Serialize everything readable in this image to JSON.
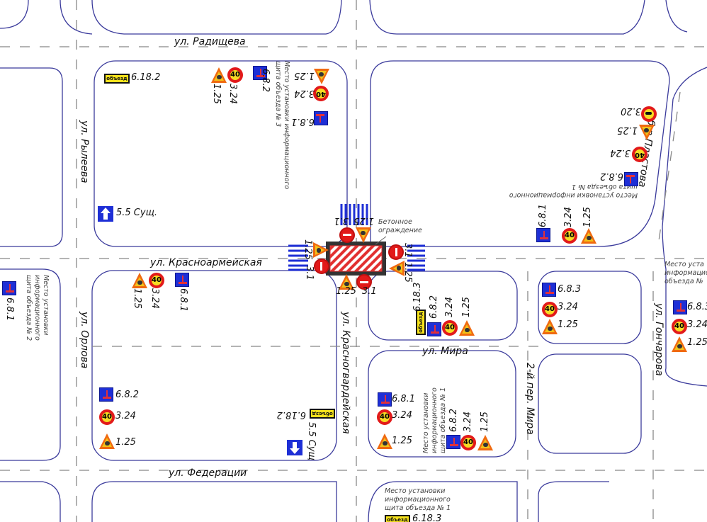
{
  "streets": {
    "radishcheva": "ул. Радищева",
    "ryleeva": "ул. Рылеева",
    "krasnoarmeyskaya": "ул. Красноармейская",
    "orlova": "ул. Орлова",
    "federatsii": "ул. Федерации",
    "krasnogvardeyskaya": "ул. Красногвардейская",
    "mira": "ул. Мира",
    "per_mira": "2-й пер. Мира",
    "plastova": "б-р Пластова",
    "goncharova": "ул. Гончарова"
  },
  "notes": [
    "Место установки информационного щита объезда № 3",
    "Место установки информационного щита объезда № 1",
    "Место установки информационного щита объезда № 2",
    "Место установки информационного щита объезда № 1",
    "Место уста информацио объезда №",
    "Место установки информационного щита объезда № 1"
  ],
  "barrier_label": "Бетонное ограждение",
  "speed_limit": "40",
  "detour_text": "объезд",
  "colors": {
    "block_outline": "#3b3b9c",
    "road_works": "#f06a10",
    "info_sign": "#1e2fd6",
    "prohibition": "#e21a1a",
    "barrier_hatch": "#e23030"
  },
  "signs": [
    {
      "type": "detour",
      "code": "6.18.2"
    },
    {
      "type": "road-works",
      "code": "1.25"
    },
    {
      "type": "speed-limit",
      "code": "3.24"
    },
    {
      "type": "dead-end",
      "code": "6.8.2"
    },
    {
      "type": "road-works",
      "code": "1.25"
    },
    {
      "type": "speed-limit",
      "code": "3.24"
    },
    {
      "type": "dead-end",
      "code": "6.8.1"
    },
    {
      "type": "one-way",
      "code": "5.5 Сущ."
    },
    {
      "type": "no-overtaking",
      "code": "3.20"
    },
    {
      "type": "road-works",
      "code": "1.25"
    },
    {
      "type": "speed-limit",
      "code": "3.24"
    },
    {
      "type": "dead-end",
      "code": "6.8.2"
    },
    {
      "type": "dead-end",
      "code": "6.8.1"
    },
    {
      "type": "speed-limit",
      "code": "3.24"
    },
    {
      "type": "road-works",
      "code": "1.25"
    },
    {
      "type": "dead-end",
      "code": "6.8.1"
    },
    {
      "type": "road-works",
      "code": "1.25"
    },
    {
      "type": "speed-limit",
      "code": "3.24"
    },
    {
      "type": "dead-end",
      "code": "6.8.1"
    },
    {
      "type": "dead-end",
      "code": "6.8.2"
    },
    {
      "type": "speed-limit",
      "code": "3.24"
    },
    {
      "type": "road-works",
      "code": "1.25"
    },
    {
      "type": "detour",
      "code": "6.18.2"
    },
    {
      "type": "one-way",
      "code": "5.5 Сущ"
    },
    {
      "type": "detour",
      "code": "6.18.3"
    },
    {
      "type": "dead-end",
      "code": "6.8.2"
    },
    {
      "type": "speed-limit",
      "code": "3.24"
    },
    {
      "type": "road-works",
      "code": "1.25"
    },
    {
      "type": "dead-end",
      "code": "6.8.3"
    },
    {
      "type": "speed-limit",
      "code": "3.24"
    },
    {
      "type": "road-works",
      "code": "1.25"
    },
    {
      "type": "dead-end",
      "code": "6.8.1"
    },
    {
      "type": "speed-limit",
      "code": "3.24"
    },
    {
      "type": "road-works",
      "code": "1.25"
    },
    {
      "type": "dead-end",
      "code": "6.8.2"
    },
    {
      "type": "speed-limit",
      "code": "3.24"
    },
    {
      "type": "road-works",
      "code": "1.25"
    },
    {
      "type": "dead-end",
      "code": "6.8.3"
    },
    {
      "type": "speed-limit",
      "code": "3.24"
    },
    {
      "type": "road-works",
      "code": "1.25"
    },
    {
      "type": "detour",
      "code": "6.18.3"
    },
    {
      "type": "no-entry",
      "code": "3.1"
    },
    {
      "type": "road-works",
      "code": "1.25"
    },
    {
      "type": "road-works",
      "code": "1.25"
    },
    {
      "type": "no-entry",
      "code": "3.1"
    },
    {
      "type": "no-entry",
      "code": "3.1"
    },
    {
      "type": "road-works",
      "code": "1.25"
    },
    {
      "type": "road-works",
      "code": "1.25"
    },
    {
      "type": "no-entry",
      "code": "3.1"
    }
  ]
}
